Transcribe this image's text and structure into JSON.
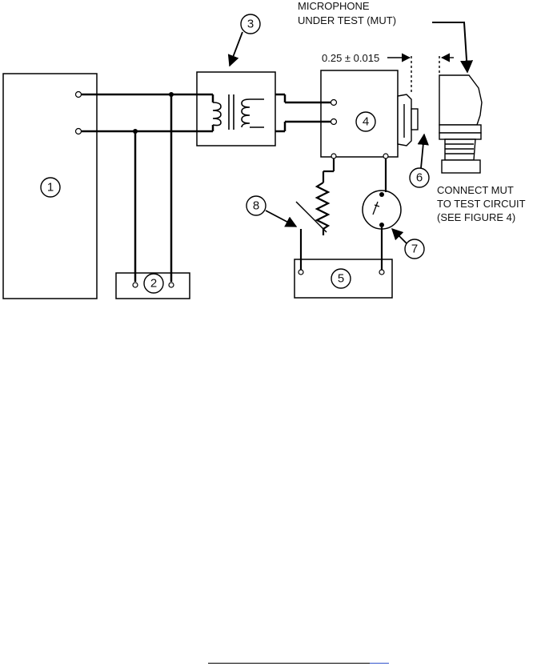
{
  "diagram": {
    "callouts": [
      "1",
      "2",
      "3",
      "4",
      "5",
      "6",
      "7",
      "8"
    ],
    "mut_label": [
      "MICROPHONE",
      "UNDER TEST (MUT)"
    ],
    "dimension": "0.25 ± 0.015",
    "connect_note": [
      "CONNECT MUT",
      "TO TEST CIRCUIT",
      "(SEE FIGURE 4)"
    ]
  }
}
